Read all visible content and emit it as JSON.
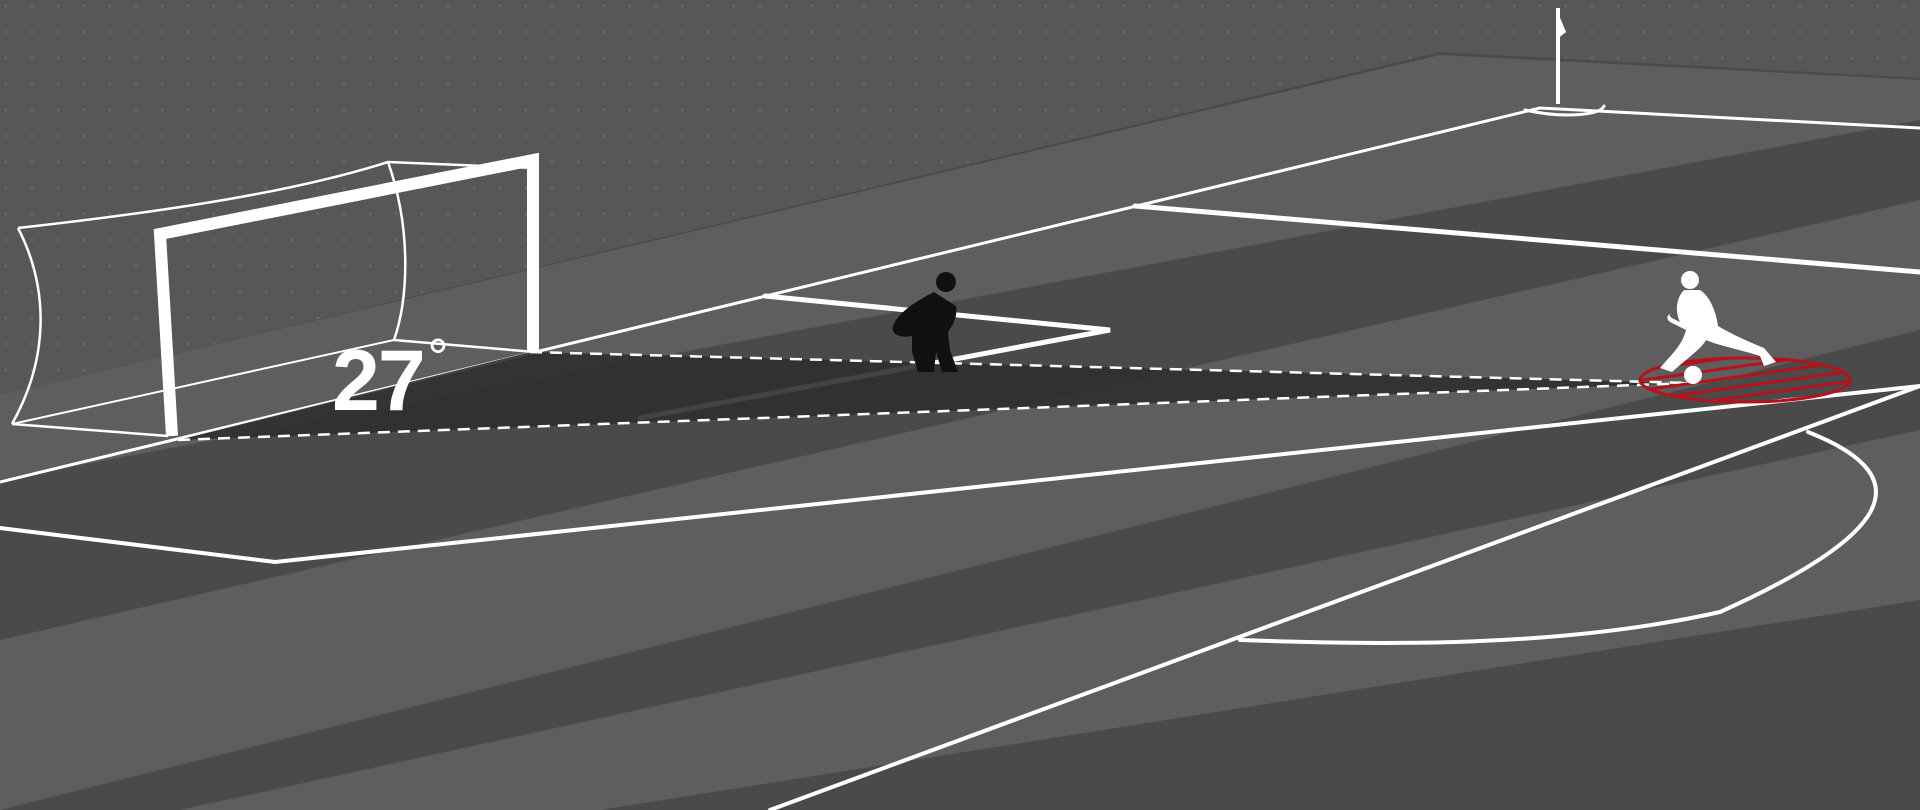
{
  "diagram": {
    "angle_value": "27",
    "angle_unit": "°",
    "colors": {
      "stand": "#595959",
      "pitch_dark": "#4a4a4a",
      "pitch_light": "#5e5e5e",
      "lines": "#ffffff",
      "shooting_cone": "#2f2f2f",
      "goalkeeper": "#111111",
      "striker": "#ffffff",
      "shot_zone": "#b5121b"
    },
    "elements": [
      "goal",
      "goalkeeper-silhouette",
      "striker-silhouette",
      "ball",
      "shot-zone",
      "corner-flag",
      "penalty-area",
      "center-circle",
      "shooting-angle-cone"
    ]
  }
}
